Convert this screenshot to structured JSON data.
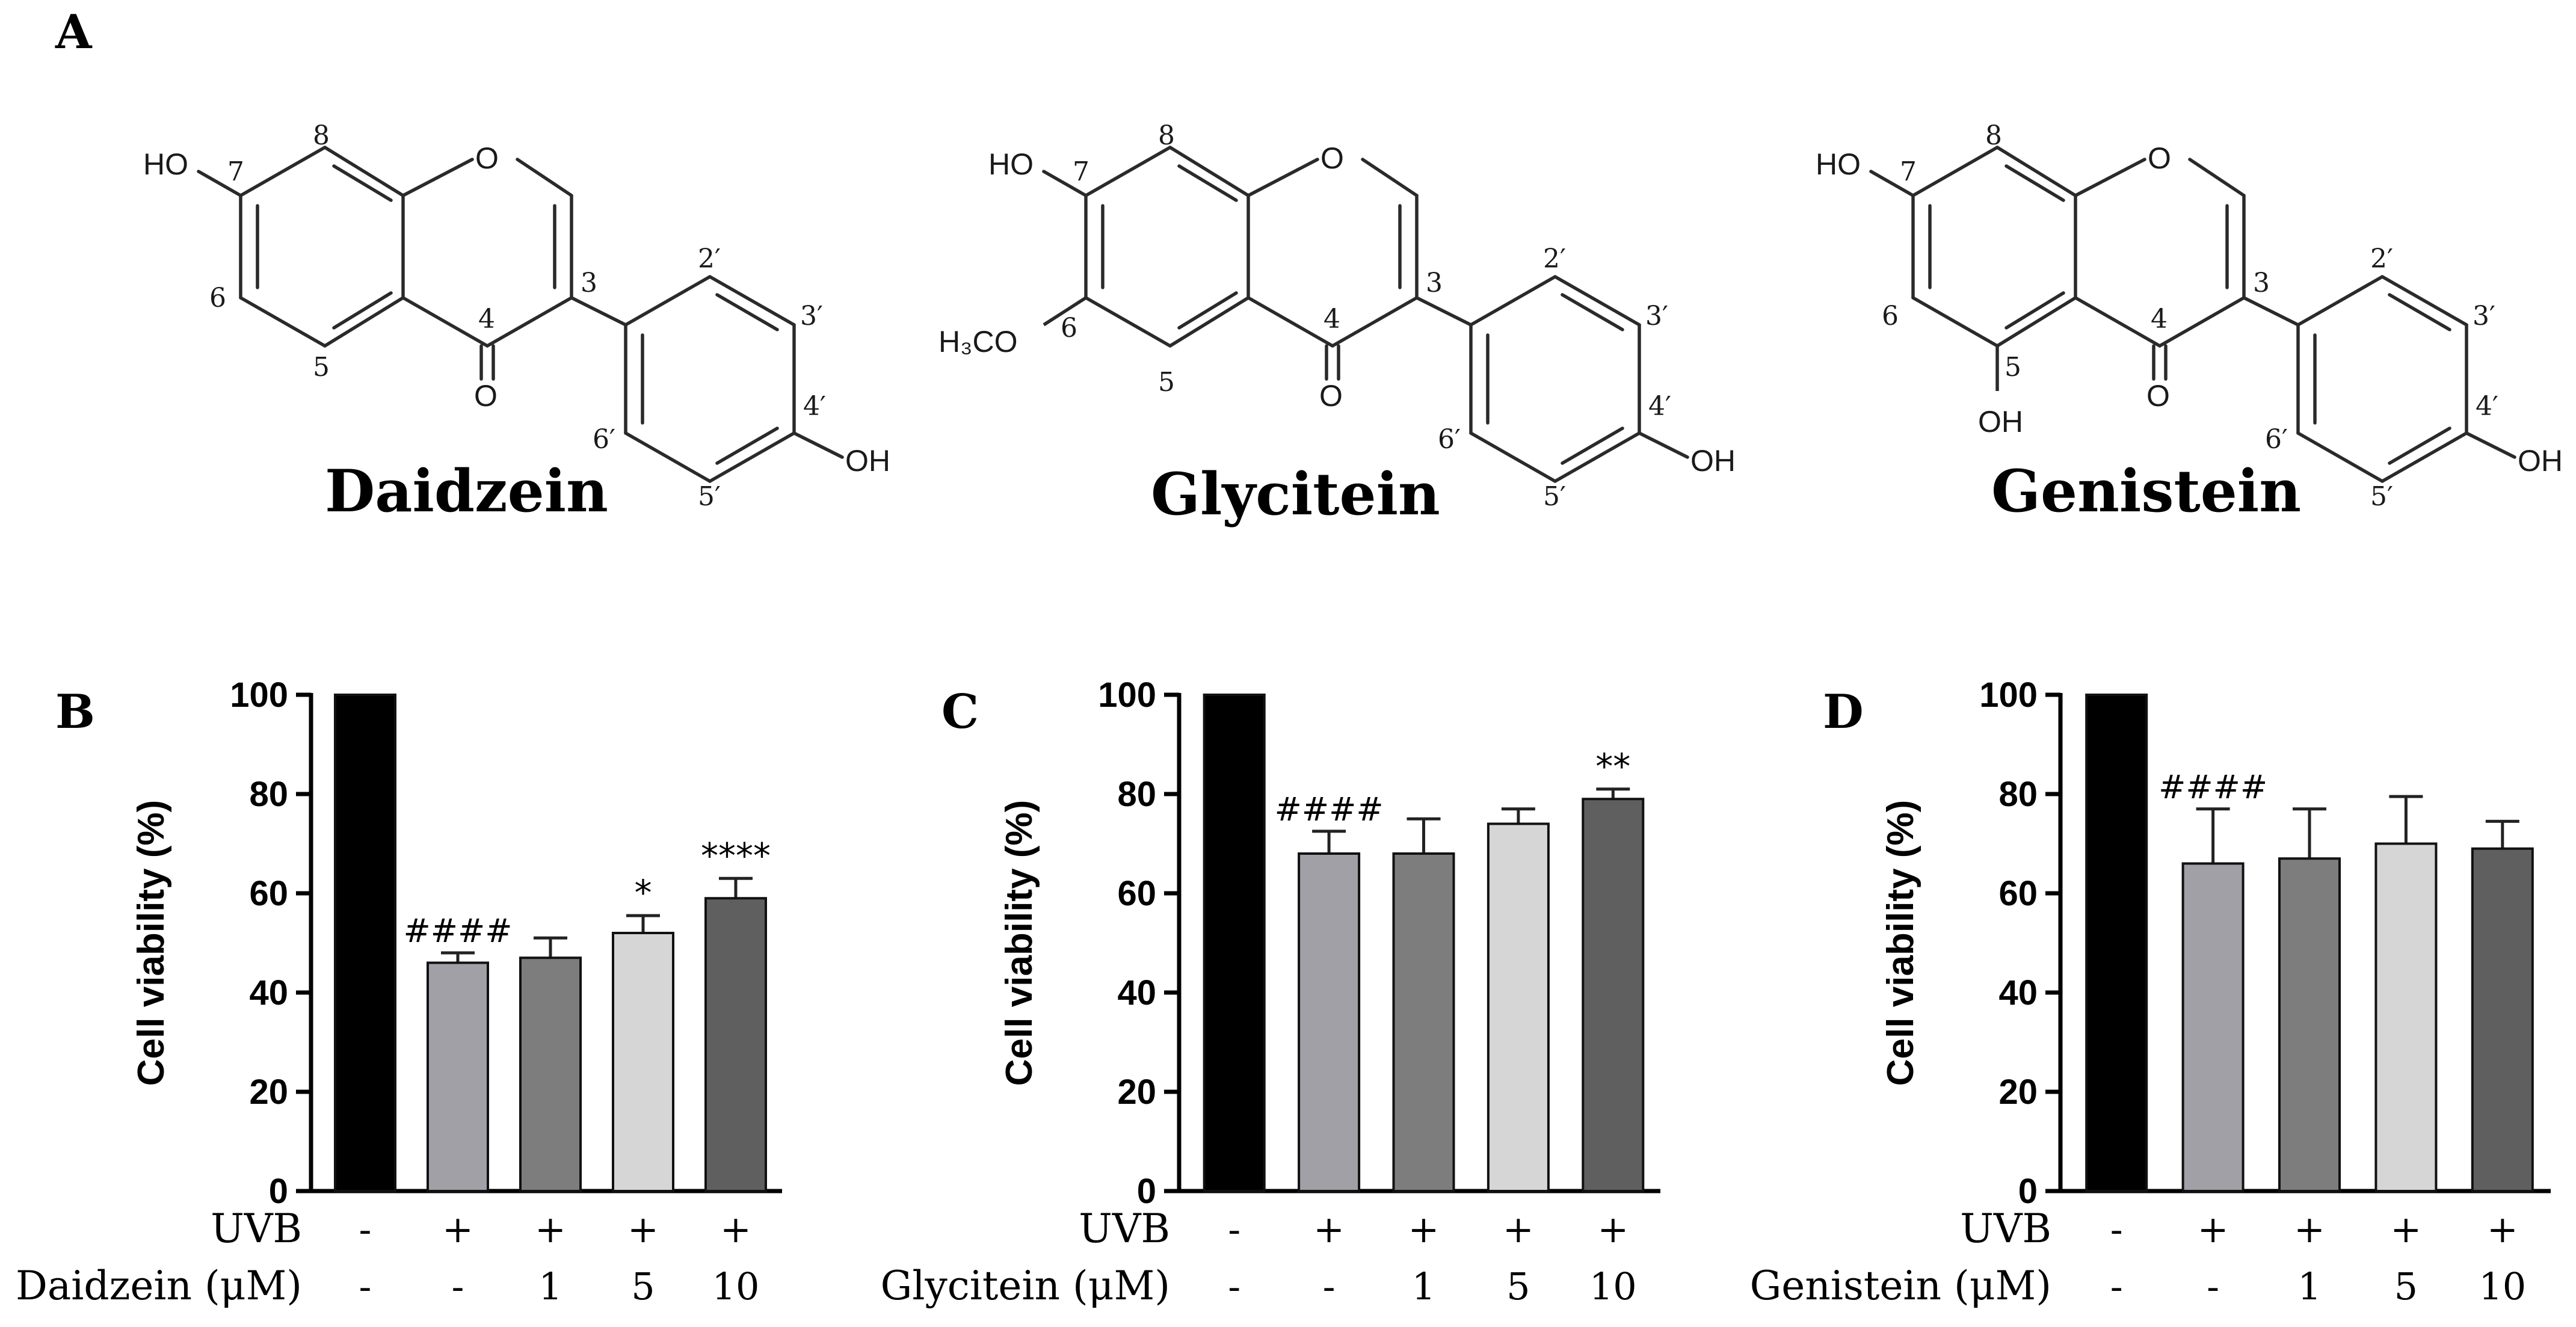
{
  "panel_letters": {
    "A": "A",
    "B": "B",
    "C": "C",
    "D": "D"
  },
  "structures": [
    {
      "name": "Daidzein",
      "labels": {
        "n8": "8",
        "n7": "7",
        "n6": "6",
        "n5": "5",
        "n4": "4",
        "n3": "3",
        "n2p": "2′",
        "n3p": "3′",
        "n4p": "4′",
        "n5p": "5′",
        "n6p": "6′",
        "o1": "O",
        "ho7": "HO",
        "o4": "O",
        "oh4p": "OH"
      }
    },
    {
      "name": "Glycitein",
      "labels": {
        "n8": "8",
        "n7": "7",
        "n6": "6",
        "n5": "5",
        "n4": "4",
        "n3": "3",
        "n2p": "2′",
        "n3p": "3′",
        "n4p": "4′",
        "n5p": "5′",
        "n6p": "6′",
        "o1": "O",
        "ho7": "HO",
        "o4": "O",
        "oh4p": "OH",
        "meo6": "H₃CO"
      }
    },
    {
      "name": "Genistein",
      "labels": {
        "n8": "8",
        "n7": "7",
        "n6": "6",
        "n5": "5",
        "n4": "4",
        "n3": "3",
        "n2p": "2′",
        "n3p": "3′",
        "n4p": "4′",
        "n5p": "5′",
        "n6p": "6′",
        "o1": "O",
        "ho7": "HO",
        "o4": "O",
        "oh4p": "OH",
        "oh5": "OH"
      }
    }
  ],
  "chart_data": [
    {
      "panel": "B",
      "type": "bar",
      "ylabel": "Cell viability (%)",
      "ylim": [
        0,
        100
      ],
      "yticks": [
        0,
        20,
        40,
        60,
        80,
        100
      ],
      "values": [
        100,
        46,
        47,
        52,
        59
      ],
      "errors": [
        0,
        2,
        4,
        3.5,
        4
      ],
      "significance": [
        "",
        "####",
        "",
        "*",
        "****"
      ],
      "bar_colors": [
        "#000000",
        "#a0a0a6",
        "#7d7d7d",
        "#d6d6d6",
        "#5f5f5f"
      ],
      "row_labels": [
        "UVB",
        "Daidzein (μM)"
      ],
      "uvb_row": [
        "-",
        "+",
        "+",
        "+",
        "+"
      ],
      "dose_row": [
        "-",
        "-",
        "1",
        "5",
        "10"
      ]
    },
    {
      "panel": "C",
      "type": "bar",
      "ylabel": "Cell viability (%)",
      "ylim": [
        0,
        100
      ],
      "yticks": [
        0,
        20,
        40,
        60,
        80,
        100
      ],
      "values": [
        100,
        68,
        68,
        74,
        79
      ],
      "errors": [
        0,
        4.5,
        7,
        3,
        2
      ],
      "significance": [
        "",
        "####",
        "",
        "",
        "**"
      ],
      "bar_colors": [
        "#000000",
        "#a0a0a6",
        "#7d7d7d",
        "#d6d6d6",
        "#5f5f5f"
      ],
      "row_labels": [
        "UVB",
        "Glycitein (μM)"
      ],
      "uvb_row": [
        "-",
        "+",
        "+",
        "+",
        "+"
      ],
      "dose_row": [
        "-",
        "-",
        "1",
        "5",
        "10"
      ]
    },
    {
      "panel": "D",
      "type": "bar",
      "ylabel": "Cell viability (%)",
      "ylim": [
        0,
        100
      ],
      "yticks": [
        0,
        20,
        40,
        60,
        80,
        100
      ],
      "values": [
        100,
        66,
        67,
        70,
        69
      ],
      "errors": [
        0,
        11,
        10,
        9.5,
        5.5
      ],
      "significance": [
        "",
        "####",
        "",
        "",
        ""
      ],
      "bar_colors": [
        "#000000",
        "#a0a0a6",
        "#7d7d7d",
        "#d6d6d6",
        "#5f5f5f"
      ],
      "row_labels": [
        "UVB",
        "Genistein (μM)"
      ],
      "uvb_row": [
        "-",
        "+",
        "+",
        "+",
        "+"
      ],
      "dose_row": [
        "-",
        "-",
        "1",
        "5",
        "10"
      ]
    }
  ]
}
